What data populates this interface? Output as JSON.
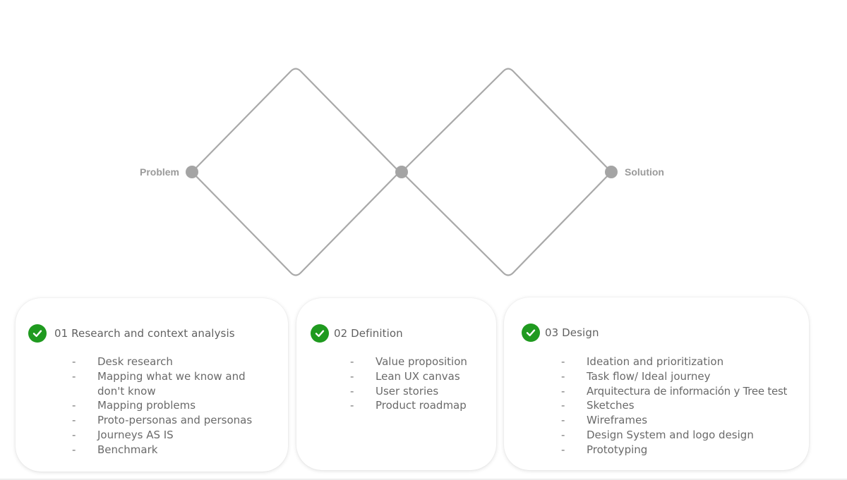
{
  "colors": {
    "line": "#a9a9a9",
    "node": "#a4a4a4",
    "label": "#9a9a9a",
    "check_bg": "#1f9a1f",
    "check_mark": "#ffffff"
  },
  "diagram": {
    "start_label": "Problem",
    "end_label": "Solution"
  },
  "phases": [
    {
      "title": "01 Research and context analysis",
      "icon": "check-circle-icon",
      "items": [
        "Desk research",
        "Mapping what we know and don't know",
        "Mapping problems",
        "Proto-personas and personas",
        "Journeys AS IS",
        "Benchmark"
      ]
    },
    {
      "title": "02 Definition",
      "icon": "check-circle-icon",
      "items": [
        "Value proposition",
        "Lean UX canvas",
        "User stories",
        "Product roadmap"
      ]
    },
    {
      "title": "03 Design",
      "icon": "check-circle-icon",
      "items": [
        "Ideation and prioritization",
        "Task flow/ Ideal journey",
        "Arquitectura de información y Tree test",
        "Sketches",
        "Wireframes",
        "Design System and logo design",
        "Prototyping"
      ]
    }
  ]
}
